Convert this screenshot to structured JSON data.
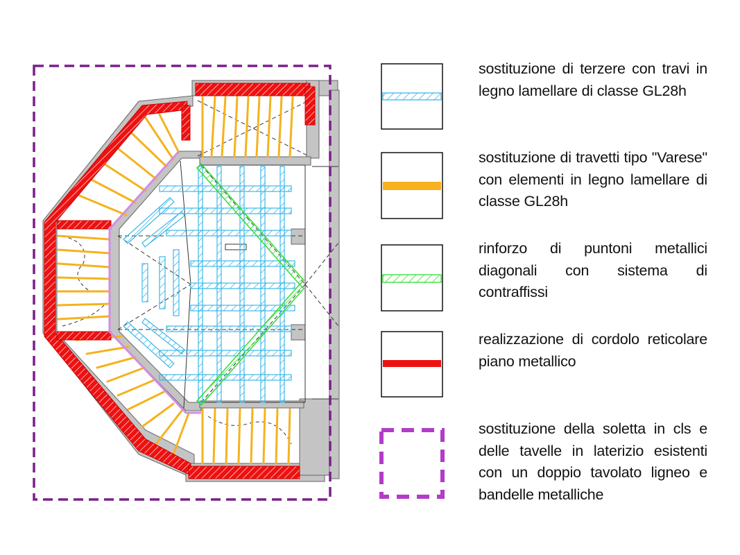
{
  "colors": {
    "terzere": "#3db7e8",
    "travetti": "#f5b21e",
    "puntoni": "#33dd33",
    "cordolo": "#ee1111",
    "soletta": "#7a1f8a",
    "soletta_legend": "#b23cc7",
    "wall": "#c4c4c4",
    "line": "#333333",
    "outline": "#cf8fe0"
  },
  "legend": [
    {
      "symbol": "blue-hatch-line",
      "text": "sostituzione di terzere con travi in legno lamellare di classe GL28h"
    },
    {
      "symbol": "orange-line",
      "text": "sostituzione di travetti tipo \"Varese\" con elementi in legno lamellare di classe GL28h"
    },
    {
      "symbol": "green-hatch-line",
      "text": "rinforzo di puntoni metallici diagonali con sistema di contraffissi"
    },
    {
      "symbol": "red-line",
      "text": "realizzazione di cordolo reticolare piano metallico"
    },
    {
      "symbol": "purple-dashed-square",
      "text": "sostituzione della soletta in cls e delle tavelle in laterizio esistenti con un doppio tavolato ligneo e bandelle metalliche"
    }
  ]
}
